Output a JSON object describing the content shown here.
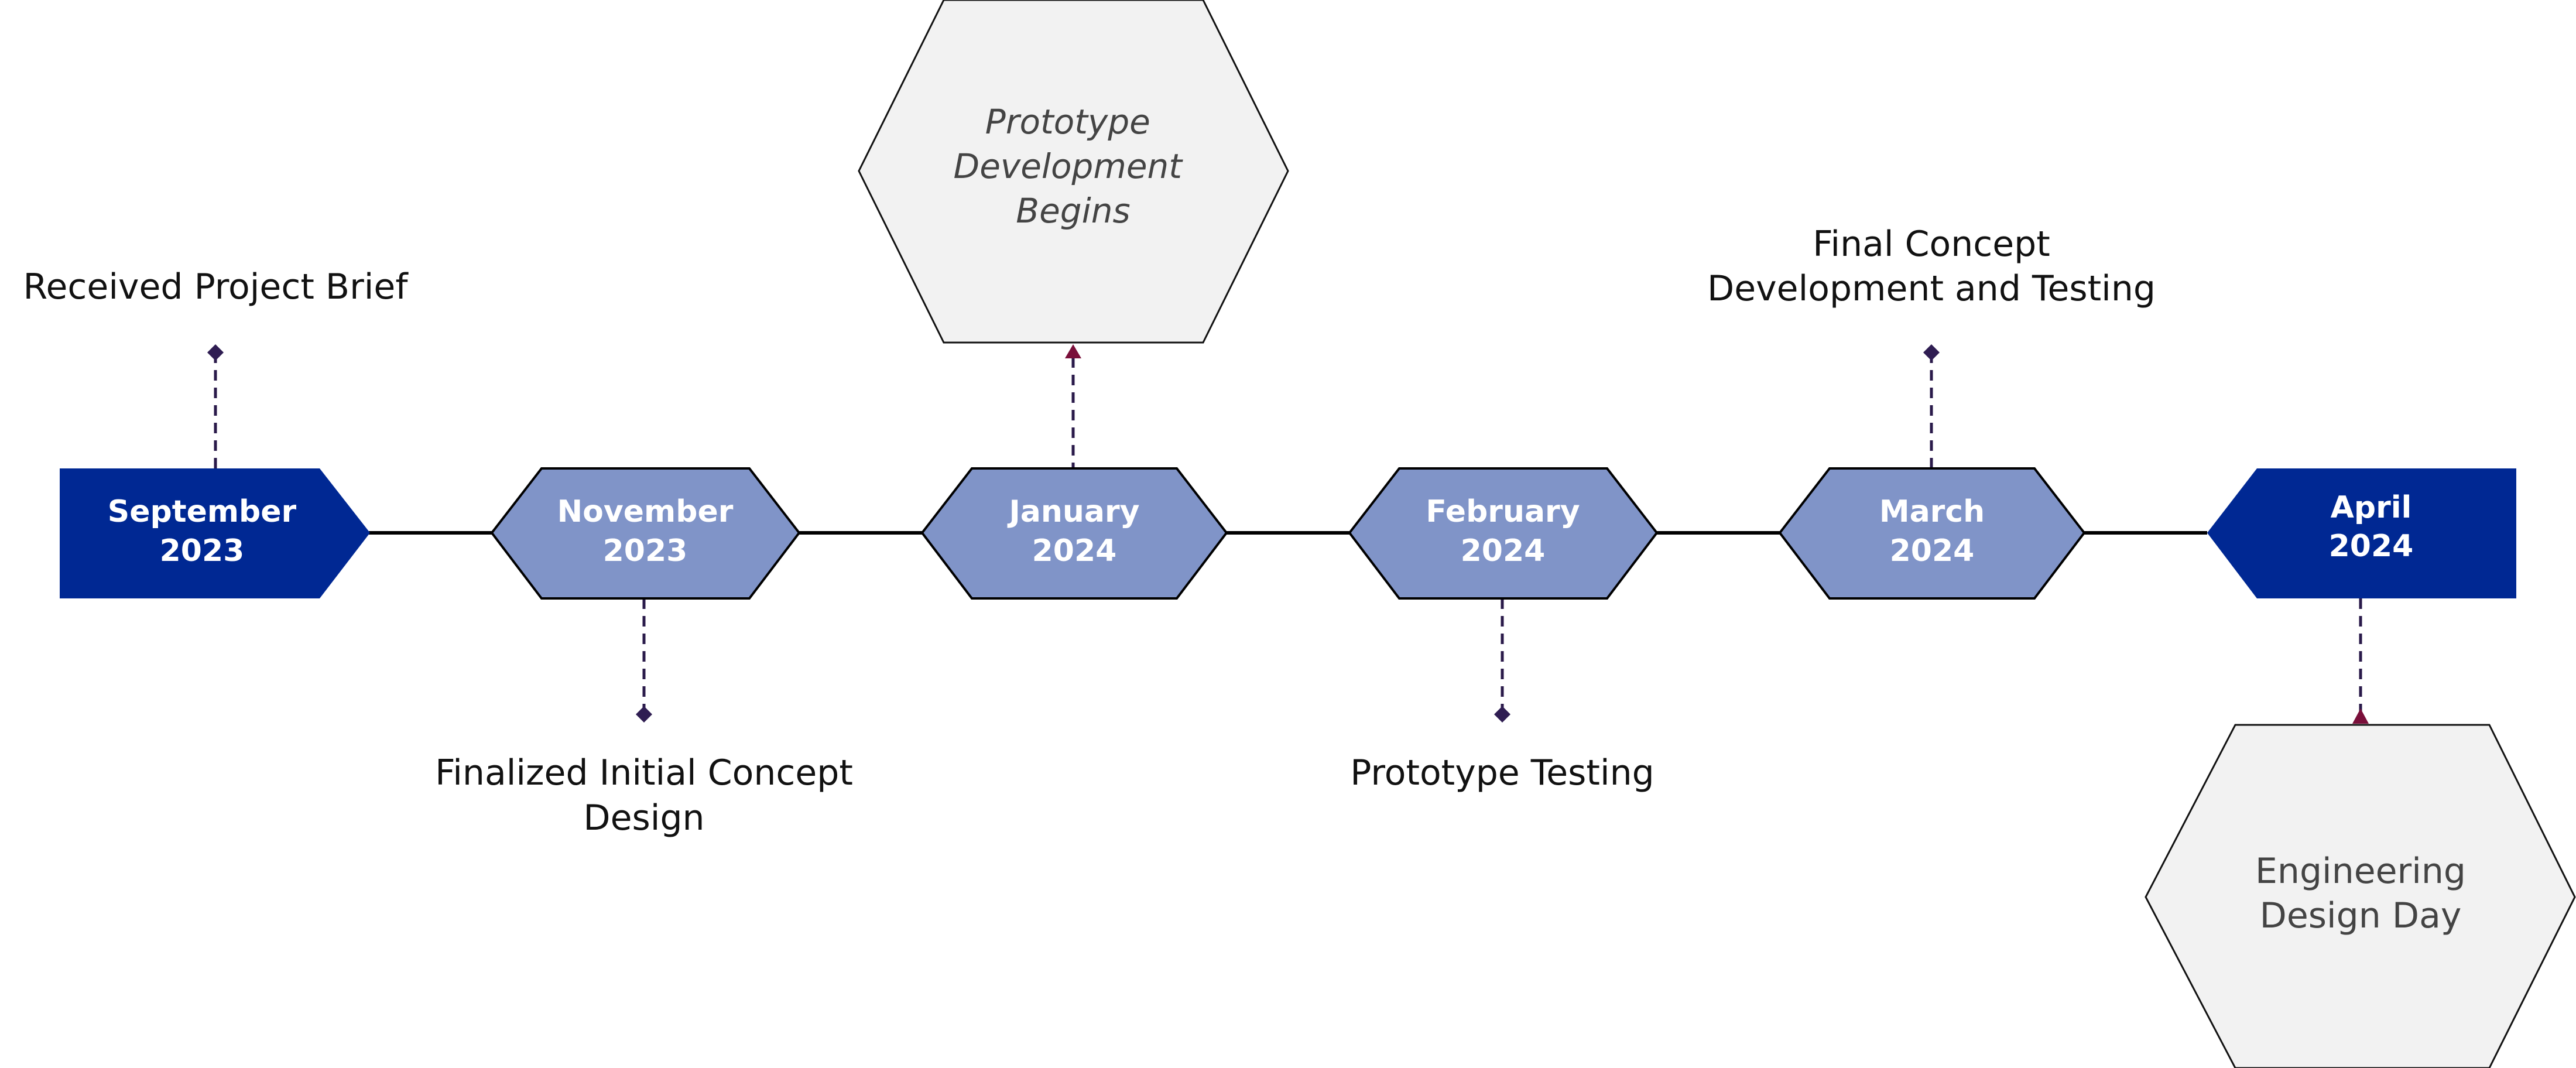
{
  "colors": {
    "dark_node": "#002893",
    "light_node": "#8094c8",
    "line": "#000000",
    "dashed": "#2a1a4a",
    "diamond": "#2f1d52",
    "arrow": "#7a0f3a",
    "hex_fill": "#f2f2f2",
    "hex_stroke": "#111111"
  },
  "milestones": [
    {
      "month": "September",
      "year": "2023"
    },
    {
      "month": "November",
      "year": "2023"
    },
    {
      "month": "January",
      "year": "2024"
    },
    {
      "month": "February",
      "year": "2024"
    },
    {
      "month": "March",
      "year": "2024"
    },
    {
      "month": "April",
      "year": "2024"
    }
  ],
  "events": [
    {
      "lines": [
        "Received Project Brief"
      ]
    },
    {
      "lines": [
        "Finalized Initial Concept",
        "Design"
      ]
    },
    {
      "lines": [
        "Prototype Development",
        "Begins"
      ]
    },
    {
      "lines": [
        "Prototype Testing"
      ]
    },
    {
      "lines": [
        "Final Concept",
        "Development and Testing"
      ]
    },
    {
      "lines": [
        "Engineering",
        "Design Day"
      ]
    }
  ]
}
